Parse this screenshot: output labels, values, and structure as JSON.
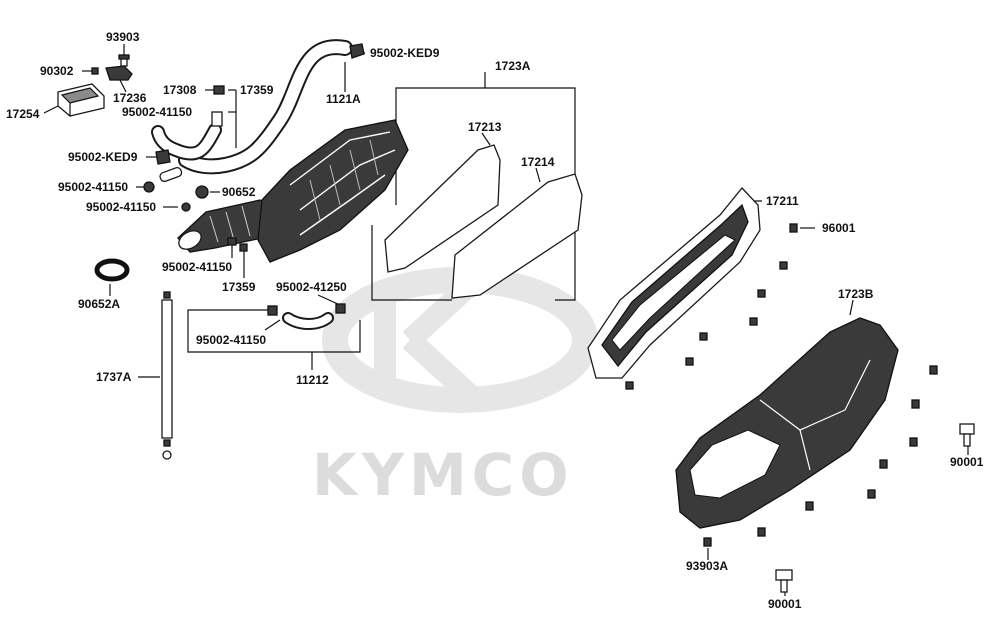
{
  "watermark": {
    "brand": "KYMCO"
  },
  "labels": {
    "93903": "93903",
    "90302": "90302",
    "17236": "17236",
    "17254": "17254",
    "17308": "17308",
    "17359_top": "17359",
    "95002_41150_a": "95002-41150",
    "95002_KED9_top": "95002-KED9",
    "1121A": "1121A",
    "1723A": "1723A",
    "17213": "17213",
    "17214": "17214",
    "95002_KED9_mid": "95002-KED9",
    "95002_41150_b": "95002-41150",
    "90652": "90652",
    "95002_41150_c": "95002-41150",
    "17211": "17211",
    "96001": "96001",
    "95002_41150_d": "95002-41150",
    "17359_bottom": "17359",
    "95002_41250": "95002-41250",
    "90652A": "90652A",
    "1723B": "1723B",
    "95002_41150_e": "95002-41150",
    "11212": "11212",
    "1737A": "1737A",
    "90001_right": "90001",
    "93903A": "93903A",
    "90001_bottom": "90001"
  },
  "colors": {
    "line": "#111111",
    "part_dark": "#3a3a3a",
    "watermark": "#dcdcdc"
  }
}
